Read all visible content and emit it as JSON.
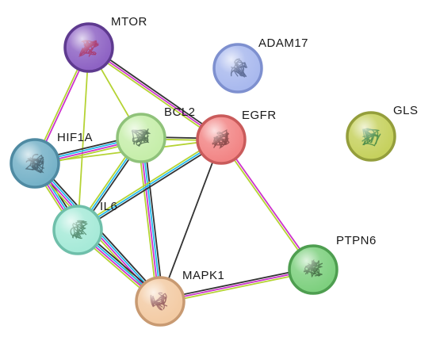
{
  "network": {
    "nodes": [
      {
        "id": "MTOR",
        "label": "MTOR",
        "color": "#8e63c4",
        "ring": "#5e3a8f",
        "icon": "protein-structure-icon",
        "icon_color": "#a0205a"
      },
      {
        "id": "ADAM17",
        "label": "ADAM17",
        "color": "#a9b9ee",
        "ring": "#7e90cf",
        "icon": "protein-structure-icon",
        "icon_color": "#4a5a8a"
      },
      {
        "id": "BCL2",
        "label": "BCL2",
        "color": "#c6eeaa",
        "ring": "#8fc27a",
        "icon": "protein-structure-icon",
        "icon_color": "#3a5a3a"
      },
      {
        "id": "EGFR",
        "label": "EGFR",
        "color": "#f28585",
        "ring": "#c95b5b",
        "icon": "protein-structure-icon",
        "icon_color": "#7a3030"
      },
      {
        "id": "GLS",
        "label": "GLS",
        "color": "#c6d15e",
        "ring": "#949e3c",
        "icon": "protein-structure-icon",
        "icon_color": "#2e7a2e"
      },
      {
        "id": "HIF1A",
        "label": "HIF1A",
        "color": "#76b2c8",
        "ring": "#4f8aa2",
        "icon": "protein-structure-icon",
        "icon_color": "#2e4e5e"
      },
      {
        "id": "IL6",
        "label": "IL6",
        "color": "#a6ead8",
        "ring": "#6fbfaa",
        "icon": "protein-structure-icon",
        "icon_color": "#3a7a5a"
      },
      {
        "id": "PTPN6",
        "label": "PTPN6",
        "color": "#7ed07f",
        "ring": "#4e9e50",
        "icon": "protein-structure-icon",
        "icon_color": "#2e5e2e"
      },
      {
        "id": "MAPK1",
        "label": "MAPK1",
        "color": "#f3cba4",
        "ring": "#c89a72",
        "icon": "protein-structure-icon",
        "icon_color": "#8a4a4a"
      }
    ],
    "edges": [
      {
        "source": "MTOR",
        "target": "HIF1A",
        "evidence": [
          "#cc33cc",
          "#b5d334"
        ]
      },
      {
        "source": "MTOR",
        "target": "BCL2",
        "evidence": [
          "#b5d334"
        ]
      },
      {
        "source": "MTOR",
        "target": "EGFR",
        "evidence": [
          "#333333",
          "#cc33cc",
          "#b5d334"
        ]
      },
      {
        "source": "MTOR",
        "target": "IL6",
        "evidence": [
          "#b5d334"
        ]
      },
      {
        "source": "HIF1A",
        "target": "BCL2",
        "evidence": [
          "#333333",
          "#22bbee",
          "#cc33cc",
          "#b5d334"
        ]
      },
      {
        "source": "HIF1A",
        "target": "EGFR",
        "evidence": [
          "#b5d334"
        ]
      },
      {
        "source": "HIF1A",
        "target": "IL6",
        "evidence": [
          "#333333",
          "#22bbee",
          "#cc33cc",
          "#b5d334"
        ]
      },
      {
        "source": "HIF1A",
        "target": "MAPK1",
        "evidence": [
          "#333333",
          "#22bbee",
          "#cc33cc",
          "#b5d334"
        ]
      },
      {
        "source": "BCL2",
        "target": "EGFR",
        "evidence": [
          "#333333",
          "#b5d334"
        ]
      },
      {
        "source": "BCL2",
        "target": "IL6",
        "evidence": [
          "#333333",
          "#22bbee",
          "#b5d334"
        ]
      },
      {
        "source": "BCL2",
        "target": "MAPK1",
        "evidence": [
          "#333333",
          "#22bbee",
          "#cc33cc",
          "#b5d334"
        ]
      },
      {
        "source": "EGFR",
        "target": "IL6",
        "evidence": [
          "#333333",
          "#22bbee",
          "#b5d334"
        ]
      },
      {
        "source": "EGFR",
        "target": "MAPK1",
        "evidence": [
          "#333333"
        ]
      },
      {
        "source": "EGFR",
        "target": "PTPN6",
        "evidence": [
          "#cc33cc",
          "#b5d334"
        ]
      },
      {
        "source": "IL6",
        "target": "MAPK1",
        "evidence": [
          "#333333",
          "#22bbee",
          "#cc33cc",
          "#b5d334"
        ]
      },
      {
        "source": "MAPK1",
        "target": "PTPN6",
        "evidence": [
          "#333333",
          "#cc33cc",
          "#b5d334"
        ]
      }
    ]
  }
}
